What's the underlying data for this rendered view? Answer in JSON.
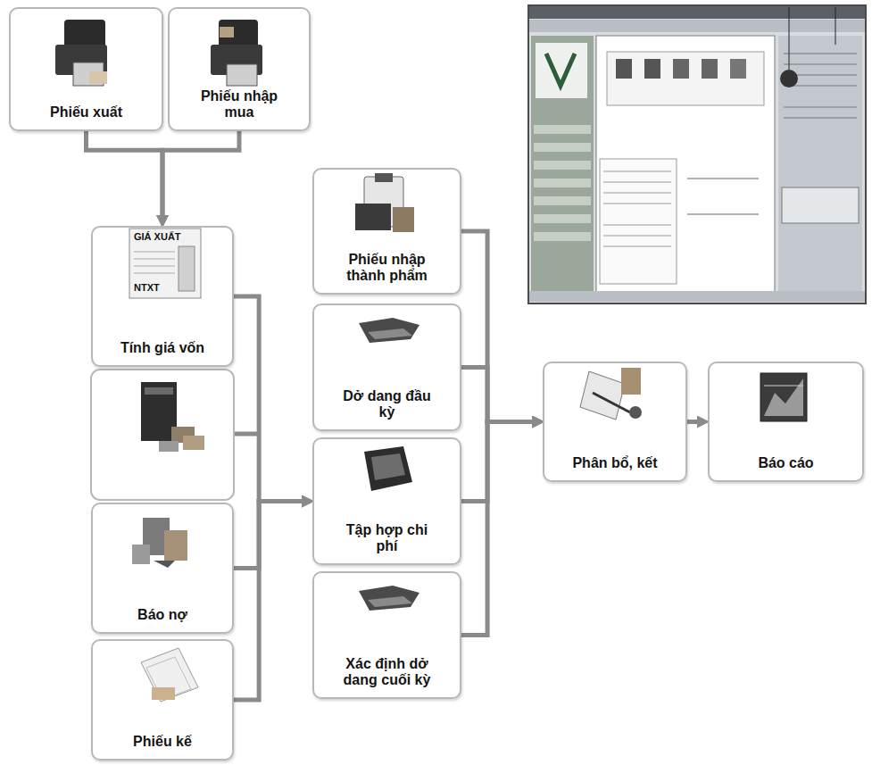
{
  "diagram": {
    "nodes": [
      {
        "text": [
          "Phiếu xuất"
        ]
      },
      {
        "text": [
          "Phiếu nhập mua"
        ]
      },
      {
        "text": [
          "Tính giá vốn"
        ]
      },
      {
        "text": [
          "Báo nợ"
        ]
      },
      {
        "text": [
          "Phiếu kế"
        ]
      },
      {
        "text": [
          "Phiếu nhập thành phẩm"
        ]
      },
      {
        "text": [
          "Dở dang đầu kỳ"
        ]
      },
      {
        "text": [
          "Tập hợp chi phí"
        ]
      },
      {
        "text": [
          "Xác định dở dang cuối kỳ"
        ]
      },
      {
        "text": [
          "Phân bổ, kết"
        ]
      },
      {
        "text": [
          "Báo cáo"
        ]
      }
    ],
    "edges": [
      {
        "from": 0,
        "to": 2,
        "arrow": "to"
      },
      {
        "from": 1,
        "to": 2,
        "arrow": "to"
      },
      {
        "from": 2,
        "to": 7,
        "arrow": "to"
      },
      {
        "from": 3,
        "to": 7,
        "arrow": "to"
      },
      {
        "from": 4,
        "to": 7,
        "arrow": "to"
      },
      {
        "from": 5,
        "to": 9,
        "arrow": "to"
      },
      {
        "from": 6,
        "to": 9,
        "arrow": "to"
      },
      {
        "from": 7,
        "to": 9,
        "arrow": "to"
      },
      {
        "from": 8,
        "to": 9,
        "arrow": "to"
      },
      {
        "from": 9,
        "to": 10,
        "arrow": "to"
      }
    ],
    "labels": [
      "GIÁ XUẤT",
      "NTXT"
    ]
  }
}
